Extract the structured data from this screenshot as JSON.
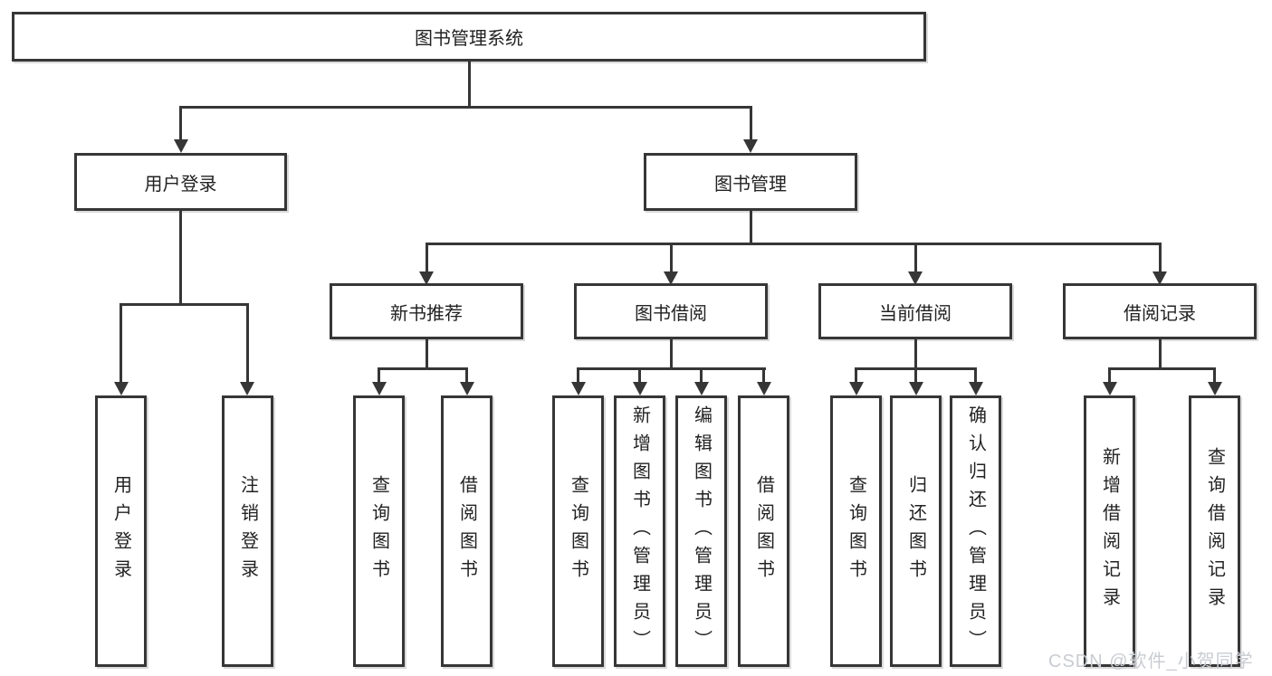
{
  "colors": {
    "line": "#363636",
    "text": "#222222",
    "background": "#ffffff",
    "watermark_text": "#c9ccd1"
  },
  "tree": {
    "root": "图书管理系统",
    "user_login_branch": {
      "label": "用户登录",
      "children": [
        "用户登录",
        "注销登录"
      ]
    },
    "book_mgmt_branch": {
      "label": "图书管理",
      "modules": [
        {
          "label": "新书推荐",
          "children": [
            "查询图书",
            "借阅图书"
          ]
        },
        {
          "label": "图书借阅",
          "children": [
            "查询图书",
            "新增图书（管理员）",
            "编辑图书（管理员）",
            "借阅图书"
          ]
        },
        {
          "label": "当前借阅",
          "children": [
            "查询图书",
            "归还图书",
            "确认归还（管理员）"
          ]
        },
        {
          "label": "借阅记录",
          "children": [
            "新增借阅记录",
            "查询借阅记录"
          ]
        }
      ]
    }
  },
  "watermark": "CSDN @软件_小贺同学"
}
